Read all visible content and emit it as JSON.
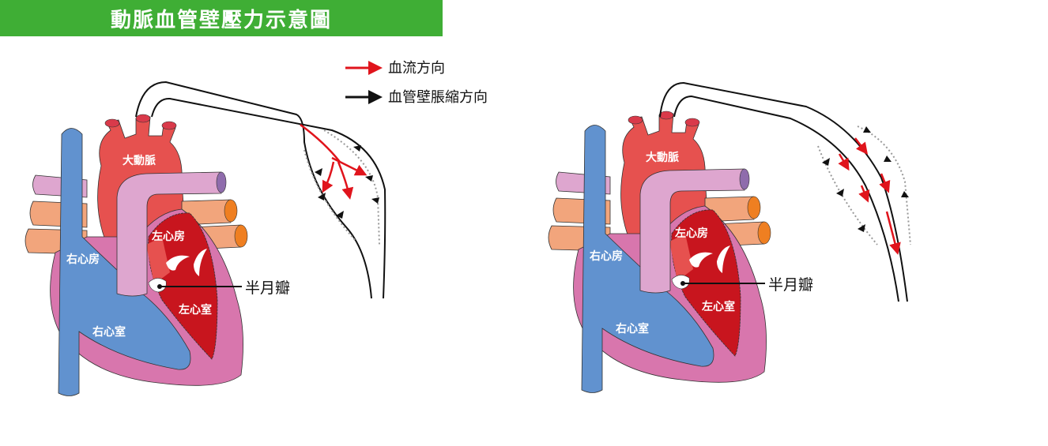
{
  "title": "動脈血管壁壓力示意圖",
  "legend": [
    {
      "label": "血流方向",
      "color": "#e0141c"
    },
    {
      "label": "血管壁脹縮方向",
      "color": "#111111"
    }
  ],
  "heart_labels": {
    "aorta": "大動脈",
    "left_atrium": "左心房",
    "right_atrium": "右心房",
    "left_ventricle": "左心室",
    "right_ventricle": "右心室",
    "valve": "半月瓣"
  },
  "colors": {
    "title_bg": "#3fae35",
    "vein": "#6192cf",
    "aorta": "#e6514f",
    "pulmonary": "#dea6cf",
    "heart_wall": "#d876ad",
    "chamber": "#c8151e",
    "pulmonary_vein": "#f2a57c"
  }
}
